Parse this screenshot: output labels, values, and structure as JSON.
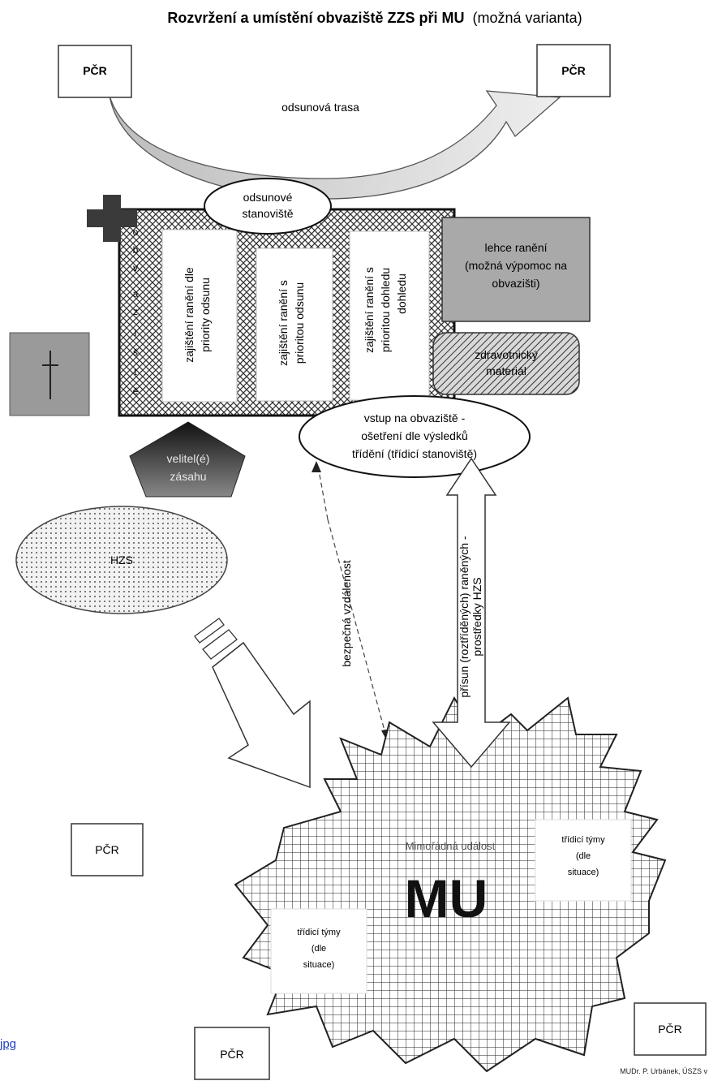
{
  "title": {
    "bold": "Rozvržení a umístění obvaziště ZZS při MU",
    "normal": "(možná varianta)"
  },
  "pcr_label": "PČR",
  "evacuation": {
    "route_label": "odsunová trasa",
    "station_line1": "odsunové",
    "station_line2": "stanoviště"
  },
  "dressing_station": {
    "side_letters": [
      "o",
      "b",
      "v",
      "a",
      "z",
      "i",
      "š",
      "t",
      "ě"
    ],
    "columns": [
      {
        "line1": "zajištění ranění dle",
        "line2": "priority odsunu"
      },
      {
        "line1": "zajištění ranění s",
        "line2": "prioritou odsunu"
      },
      {
        "line1": "zajištění ranění s",
        "line2": "prioritou dohledu",
        "line3": "dohledu"
      }
    ]
  },
  "lightly_injured": {
    "line1": "lehce ranění",
    "line2": "(možná výpomoc na",
    "line3": "obvazišti)"
  },
  "medical_material": {
    "line1": "zdravotnický",
    "line2": "materiál"
  },
  "entry": {
    "line1": "vstup na obvaziště -",
    "line2": "ošetření dle výsledků",
    "line3": "třídění (třídicí stanoviště)"
  },
  "commander": {
    "line1": "velitel(é)",
    "line2": "zásahu"
  },
  "hzs_label": "HZS",
  "safe_distance_label": "bezpečná vzdálenost",
  "transport_label": {
    "line1": "přísun (roztříděných) raněných -",
    "line2": "prostředky HZS"
  },
  "incident": {
    "subtitle": "Mimořádná událost",
    "abbr": "MU"
  },
  "triage_team": {
    "line1": "třídicí týmy",
    "line2": "(dle",
    "line3": "situace)"
  },
  "link_text": "jpg",
  "credit_text": "MUDr. P. Urbánek, ÚSZS v"
}
